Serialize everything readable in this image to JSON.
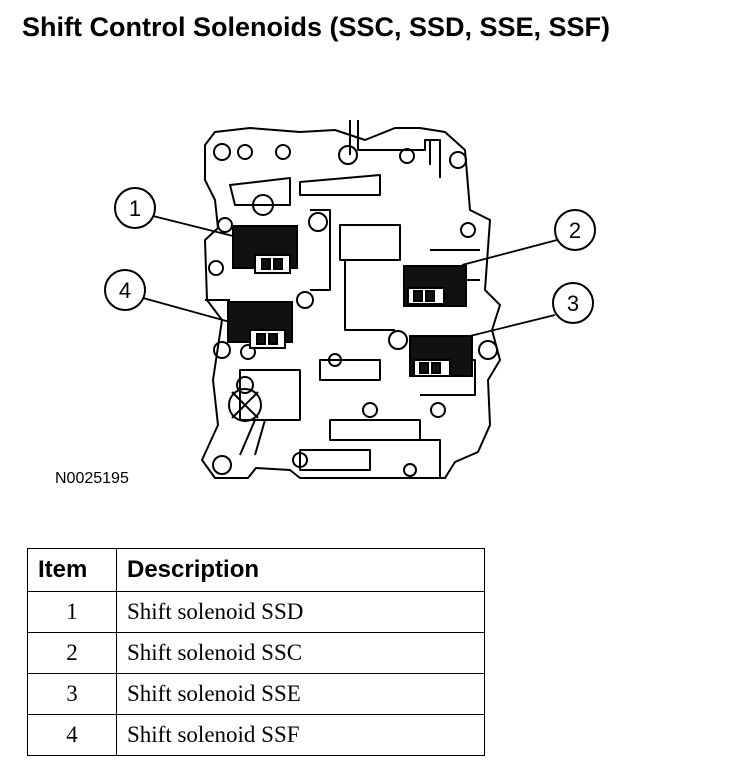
{
  "title": "Shift Control Solenoids (SSC, SSD, SSE, SSF)",
  "figure": {
    "id": "N0025195",
    "callouts": [
      "1",
      "2",
      "3",
      "4"
    ]
  },
  "table": {
    "headers": [
      "Item",
      "Description"
    ],
    "rows": [
      {
        "item": "1",
        "description": "Shift solenoid SSD"
      },
      {
        "item": "2",
        "description": "Shift solenoid SSC"
      },
      {
        "item": "3",
        "description": "Shift solenoid SSE"
      },
      {
        "item": "4",
        "description": "Shift solenoid SSF"
      }
    ]
  }
}
